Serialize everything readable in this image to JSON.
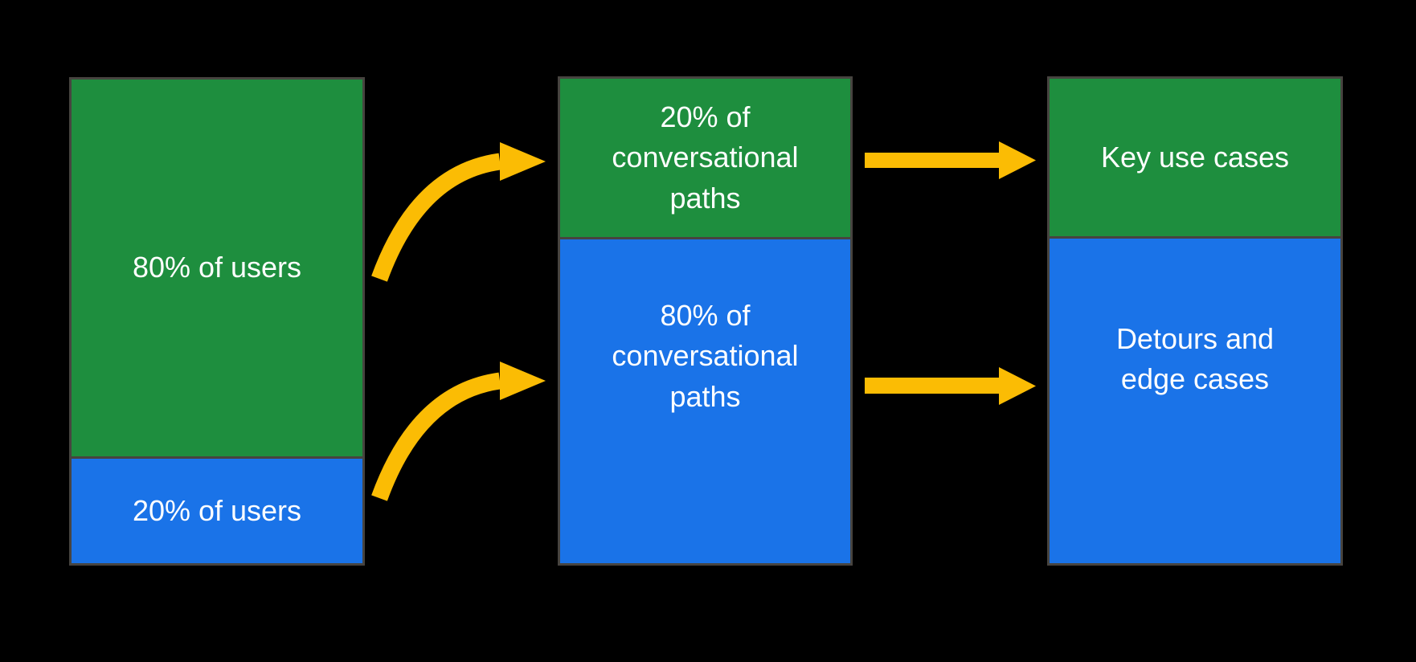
{
  "colors": {
    "background": "#000000",
    "green": "#1E8E3E",
    "blue": "#1A73E8",
    "arrow_yellow": "#FBBC04",
    "outline_gray": "#474440",
    "label_text": "#FFFFFF"
  },
  "diagram": {
    "type": "flow",
    "columns": [
      {
        "name": "users",
        "segments": [
          {
            "label": "80% of users",
            "color": "green"
          },
          {
            "label": "20% of users",
            "color": "blue"
          }
        ]
      },
      {
        "name": "conversational-paths",
        "segments": [
          {
            "label": "20% of conversational paths",
            "color": "green"
          },
          {
            "label": "80% of conversational paths",
            "color": "blue"
          }
        ]
      },
      {
        "name": "outcomes",
        "segments": [
          {
            "label": "Key use cases",
            "color": "green"
          },
          {
            "label": "Detours and edge cases",
            "color": "blue"
          }
        ]
      }
    ],
    "arrows": [
      {
        "style": "curved",
        "from": "80% of users",
        "to": "20% of conversational paths"
      },
      {
        "style": "curved",
        "from": "20% of users",
        "to": "80% of conversational paths"
      },
      {
        "style": "straight",
        "from": "20% of conversational paths",
        "to": "Key use cases"
      },
      {
        "style": "straight",
        "from": "80% of conversational paths",
        "to": "Detours and edge cases"
      }
    ]
  }
}
